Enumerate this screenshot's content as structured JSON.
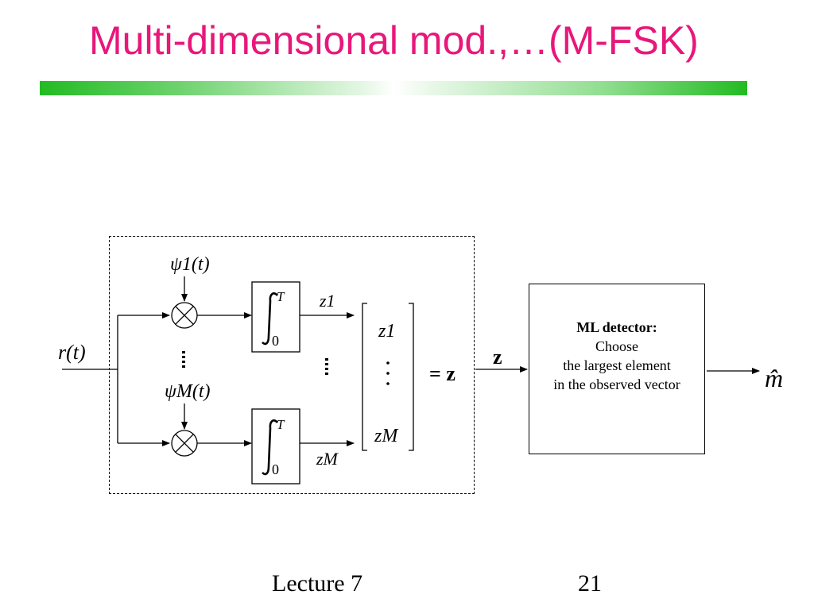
{
  "slide": {
    "title": "Multi-dimensional mod.,…(M-FSK)",
    "footer_lecture": "Lecture 7",
    "footer_page": "21"
  },
  "diagram": {
    "input_symbol": "r(t)",
    "basis_top": "ψ1(t)",
    "basis_bottom": "ψM(t)",
    "integral_upper": "T",
    "integral_lower": "0",
    "output_top": "z1",
    "output_bottom": "zM",
    "vector_top": "z1",
    "vector_bottom": "zM",
    "vector_equals": "= z",
    "z_label": "z",
    "detector": {
      "title": "ML detector:",
      "line1": "Choose",
      "line2": "the largest element",
      "line3": "in the observed vector"
    },
    "output_symbol": "m̂"
  },
  "colors": {
    "title": "#e8177a",
    "rule_green": "#22bb22"
  }
}
